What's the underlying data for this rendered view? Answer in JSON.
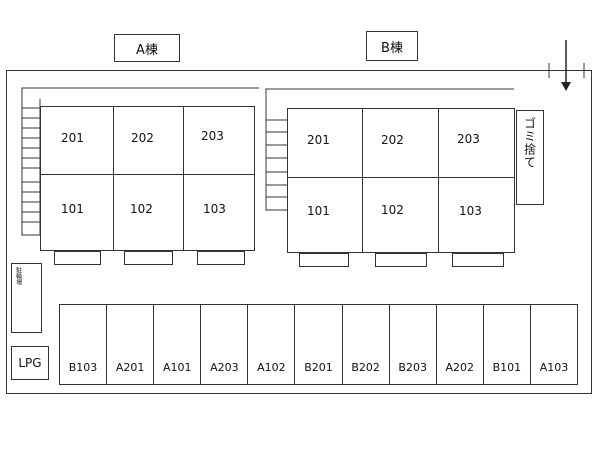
{
  "building_a": {
    "title": "A棟",
    "rooms": [
      "201",
      "202",
      "203",
      "101",
      "102",
      "103"
    ]
  },
  "building_b": {
    "title": "B棟",
    "rooms": [
      "201",
      "202",
      "203",
      "101",
      "102",
      "103"
    ]
  },
  "garbage": "ゴミ捨て",
  "bicycle_parking": "駐輪場",
  "lpg": "LPG",
  "parking_spaces": [
    "B103",
    "A201",
    "A101",
    "A203",
    "A102",
    "B201",
    "B202",
    "B203",
    "A202",
    "B101",
    "A103"
  ]
}
